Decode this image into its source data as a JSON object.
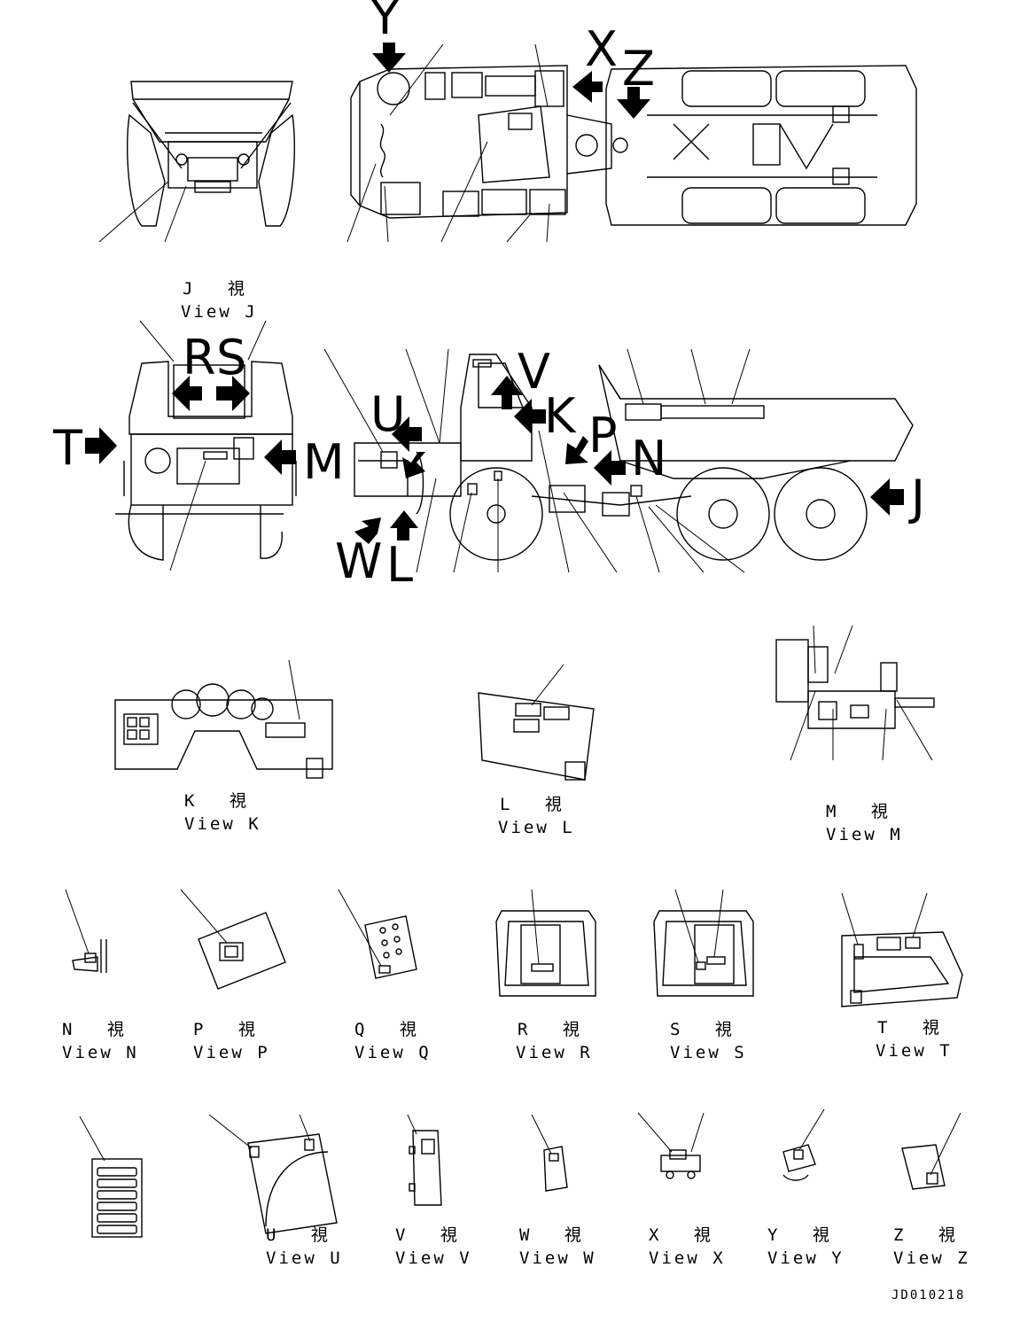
{
  "views": [
    {
      "id": "J",
      "jp": "J 視",
      "en": "View J"
    },
    {
      "id": "K",
      "jp": "K 視",
      "en": "View K"
    },
    {
      "id": "L",
      "jp": "L 視",
      "en": "View L"
    },
    {
      "id": "M",
      "jp": "M 視",
      "en": "View M"
    },
    {
      "id": "N",
      "jp": "N 視",
      "en": "View N"
    },
    {
      "id": "P",
      "jp": "P 視",
      "en": "View P"
    },
    {
      "id": "Q",
      "jp": "Q 視",
      "en": "View Q"
    },
    {
      "id": "R",
      "jp": "R 視",
      "en": "View R"
    },
    {
      "id": "S",
      "jp": "S 視",
      "en": "View S"
    },
    {
      "id": "T",
      "jp": "T 視",
      "en": "View T"
    },
    {
      "id": "U",
      "jp": "U 視",
      "en": "View U"
    },
    {
      "id": "V",
      "jp": "V 視",
      "en": "View V"
    },
    {
      "id": "W",
      "jp": "W 視",
      "en": "View W"
    },
    {
      "id": "X",
      "jp": "X 視",
      "en": "View X"
    },
    {
      "id": "Y",
      "jp": "Y 視",
      "en": "View Y"
    },
    {
      "id": "Z",
      "jp": "Z 視",
      "en": "View Z"
    }
  ],
  "arrow_labels": {
    "Y": "Y",
    "X": "X",
    "Z": "Z",
    "R": "R",
    "S": "S",
    "T": "T",
    "M": "M",
    "U": "U",
    "V": "V",
    "K": "K",
    "P": "P",
    "N": "N",
    "J": "J",
    "W": "W",
    "L": "L"
  },
  "doc_id": "JD010218"
}
